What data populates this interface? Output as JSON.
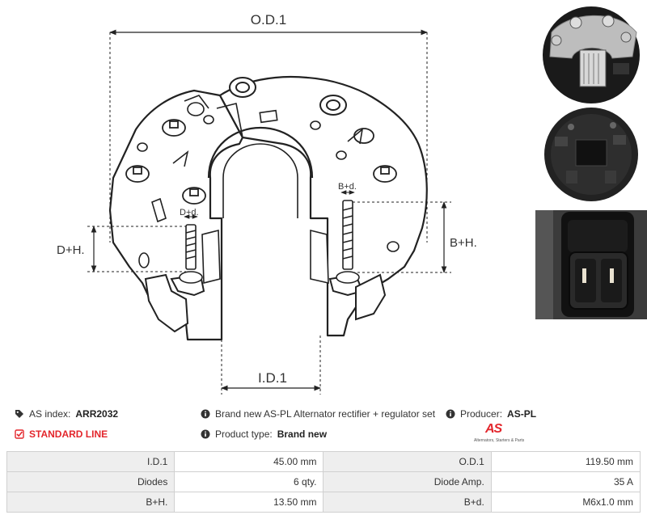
{
  "drawing": {
    "labels": {
      "od": "O.D.1",
      "id": "I.D.1",
      "dh": "D+H.",
      "dd": "D+d.",
      "bh": "B+H.",
      "bd": "B+d."
    }
  },
  "info": {
    "index_label": "AS index:",
    "index_value": "ARR2032",
    "description": "Brand new AS-PL Alternator rectifier + regulator set",
    "producer_label": "Producer:",
    "producer_value": "AS-PL",
    "standard_line": "STANDARD LINE",
    "type_label": "Product type:",
    "type_value": "Brand new",
    "logo_mark": "AS",
    "logo_tagline": "Alternators, Starters & Parts"
  },
  "icons": {
    "index": "tag-icon",
    "description": "info-icon",
    "producer": "info-icon",
    "standard": "check-square-icon",
    "type": "info-icon"
  },
  "colors": {
    "accent": "#e3262c",
    "table_key_bg": "#eeeeee",
    "border": "#d0d0d0"
  },
  "specs": [
    {
      "k1": "I.D.1",
      "v1": "45.00 mm",
      "k2": "O.D.1",
      "v2": "119.50 mm"
    },
    {
      "k1": "Diodes",
      "v1": "6 qty.",
      "k2": "Diode Amp.",
      "v2": "35 A"
    },
    {
      "k1": "B+H.",
      "v1": "13.50 mm",
      "k2": "B+d.",
      "v2": "M6x1.0 mm"
    }
  ]
}
